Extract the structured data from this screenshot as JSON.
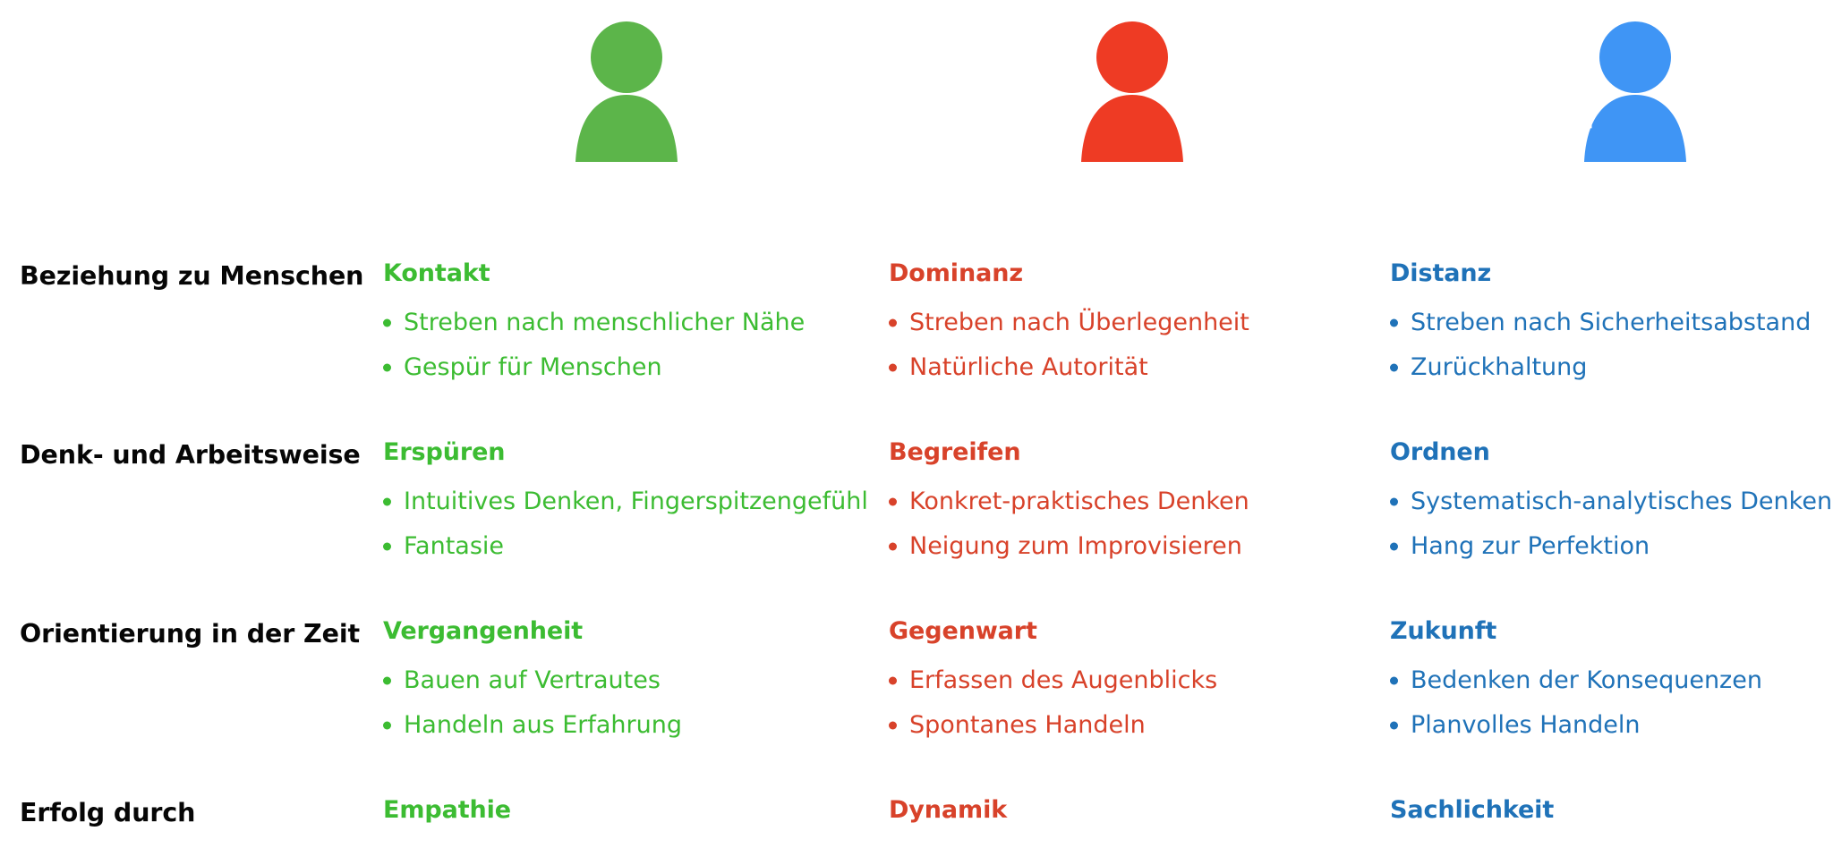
{
  "colors": {
    "icon_green": "#5cb54a",
    "icon_red": "#ee3b24",
    "icon_blue": "#3f95f5",
    "text_green": "#3cbc32",
    "text_red": "#d8422a",
    "text_blue": "#1f72b8",
    "label_black": "#060606",
    "background": "#ffffff"
  },
  "header": {
    "icons": [
      {
        "name": "person-icon-green",
        "color": "#5cb54a"
      },
      {
        "name": "person-icon-red",
        "color": "#ee3b24"
      },
      {
        "name": "person-icon-blue",
        "color": "#3f95f5"
      }
    ]
  },
  "rows": [
    {
      "label": "Beziehung zu Menschen",
      "green": {
        "heading": "Kontakt",
        "items": [
          "Streben nach menschlicher Nähe",
          "Gespür für Menschen"
        ]
      },
      "red": {
        "heading": "Dominanz",
        "items": [
          "Streben nach Überlegenheit",
          "Natürliche Autorität"
        ]
      },
      "blue": {
        "heading": "Distanz",
        "items": [
          "Streben nach Sicherheitsabstand",
          "Zurückhaltung"
        ]
      }
    },
    {
      "label": "Denk- und Arbeitsweise",
      "green": {
        "heading": "Erspüren",
        "items": [
          "Intuitives Denken, Fingerspitzengefühl",
          "Fantasie"
        ]
      },
      "red": {
        "heading": "Begreifen",
        "items": [
          "Konkret-praktisches Denken",
          "Neigung zum Improvisieren"
        ]
      },
      "blue": {
        "heading": "Ordnen",
        "items": [
          "Systematisch-analytisches Denken",
          "Hang zur Perfektion"
        ]
      }
    },
    {
      "label": "Orientierung in der Zeit",
      "green": {
        "heading": "Vergangenheit",
        "items": [
          "Bauen auf Vertrautes",
          "Handeln aus Erfahrung"
        ]
      },
      "red": {
        "heading": "Gegenwart",
        "items": [
          "Erfassen des Augenblicks",
          "Spontanes Handeln"
        ]
      },
      "blue": {
        "heading": "Zukunft",
        "items": [
          "Bedenken der Konsequenzen",
          "Planvolles Handeln"
        ]
      }
    },
    {
      "label": "Erfolg durch",
      "green": {
        "heading": "Empathie",
        "items": []
      },
      "red": {
        "heading": "Dynamik",
        "items": []
      },
      "blue": {
        "heading": "Sachlichkeit",
        "items": []
      }
    }
  ]
}
